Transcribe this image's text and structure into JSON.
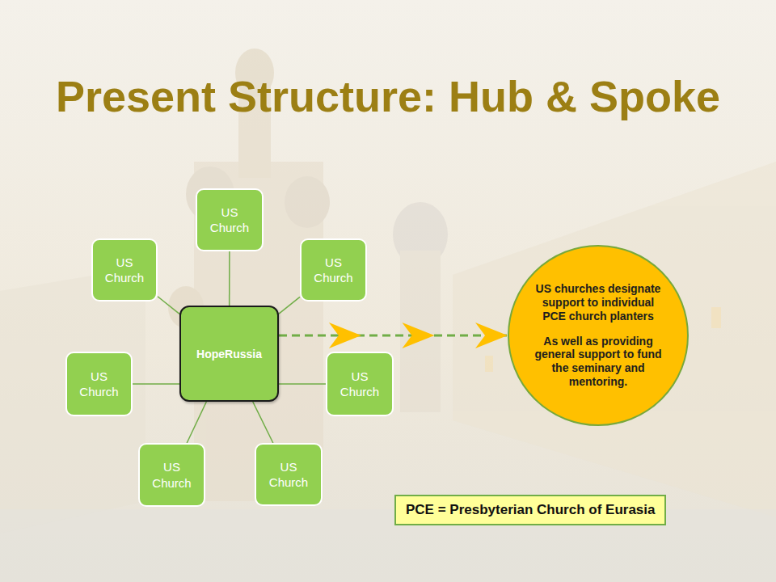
{
  "diagram": {
    "title": "Present Structure: Hub & Spoke",
    "nodes": [
      {
        "text": [
          "US Church"
        ]
      },
      {
        "text": [
          "US Church"
        ]
      },
      {
        "text": [
          "US Church"
        ]
      },
      {
        "text": [
          "HopeRussia"
        ]
      },
      {
        "text": [
          "US Church"
        ]
      },
      {
        "text": [
          "US Church"
        ]
      },
      {
        "text": [
          "US Church"
        ]
      },
      {
        "text": [
          "US Church"
        ]
      },
      {
        "text": [
          "US churches designate support to individual PCE church planters",
          "As well as providing general support to fund the seminary and mentoring."
        ]
      },
      {
        "text": [
          "PCE = Presbyterian Church of Eurasia"
        ]
      }
    ],
    "edges": [
      {
        "from": 3,
        "to": 0,
        "arrow": "none"
      },
      {
        "from": 3,
        "to": 1,
        "arrow": "none"
      },
      {
        "from": 3,
        "to": 2,
        "arrow": "none"
      },
      {
        "from": 3,
        "to": 4,
        "arrow": "none"
      },
      {
        "from": 3,
        "to": 5,
        "arrow": "none"
      },
      {
        "from": 3,
        "to": 6,
        "arrow": "none"
      },
      {
        "from": 3,
        "to": 7,
        "arrow": "none"
      },
      {
        "from": 3,
        "to": 8,
        "arrow": "to"
      }
    ]
  }
}
